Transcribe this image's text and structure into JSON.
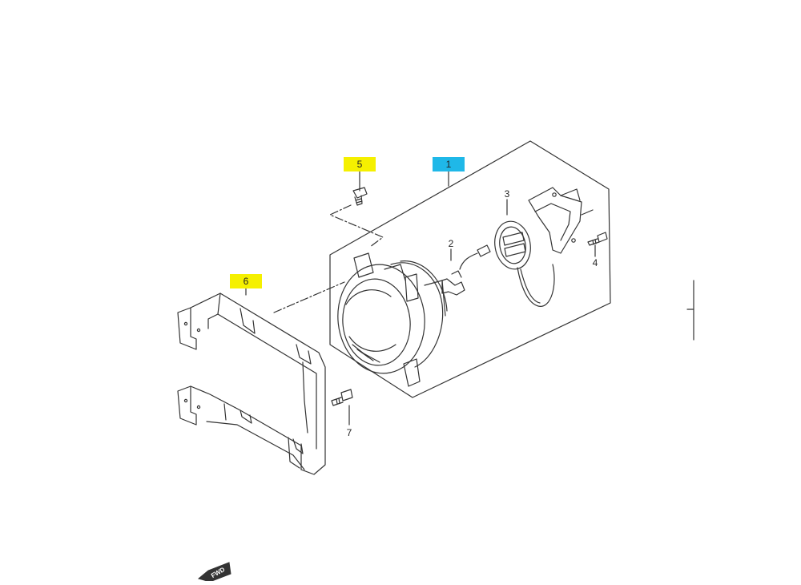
{
  "diagram": {
    "callouts": {
      "c1": {
        "label": "1",
        "highlight": "#1fb8e8"
      },
      "c2": {
        "label": "2"
      },
      "c3": {
        "label": "3"
      },
      "c4": {
        "label": "4"
      },
      "c5": {
        "label": "5",
        "highlight": "#f5f000"
      },
      "c6": {
        "label": "6",
        "highlight": "#f5f000"
      },
      "c7": {
        "label": "7"
      }
    },
    "fwd_marker": {
      "label": "FWD",
      "icon": "forward-arrow-icon"
    },
    "colors": {
      "line": "#333333",
      "background": "#ffffff"
    }
  }
}
